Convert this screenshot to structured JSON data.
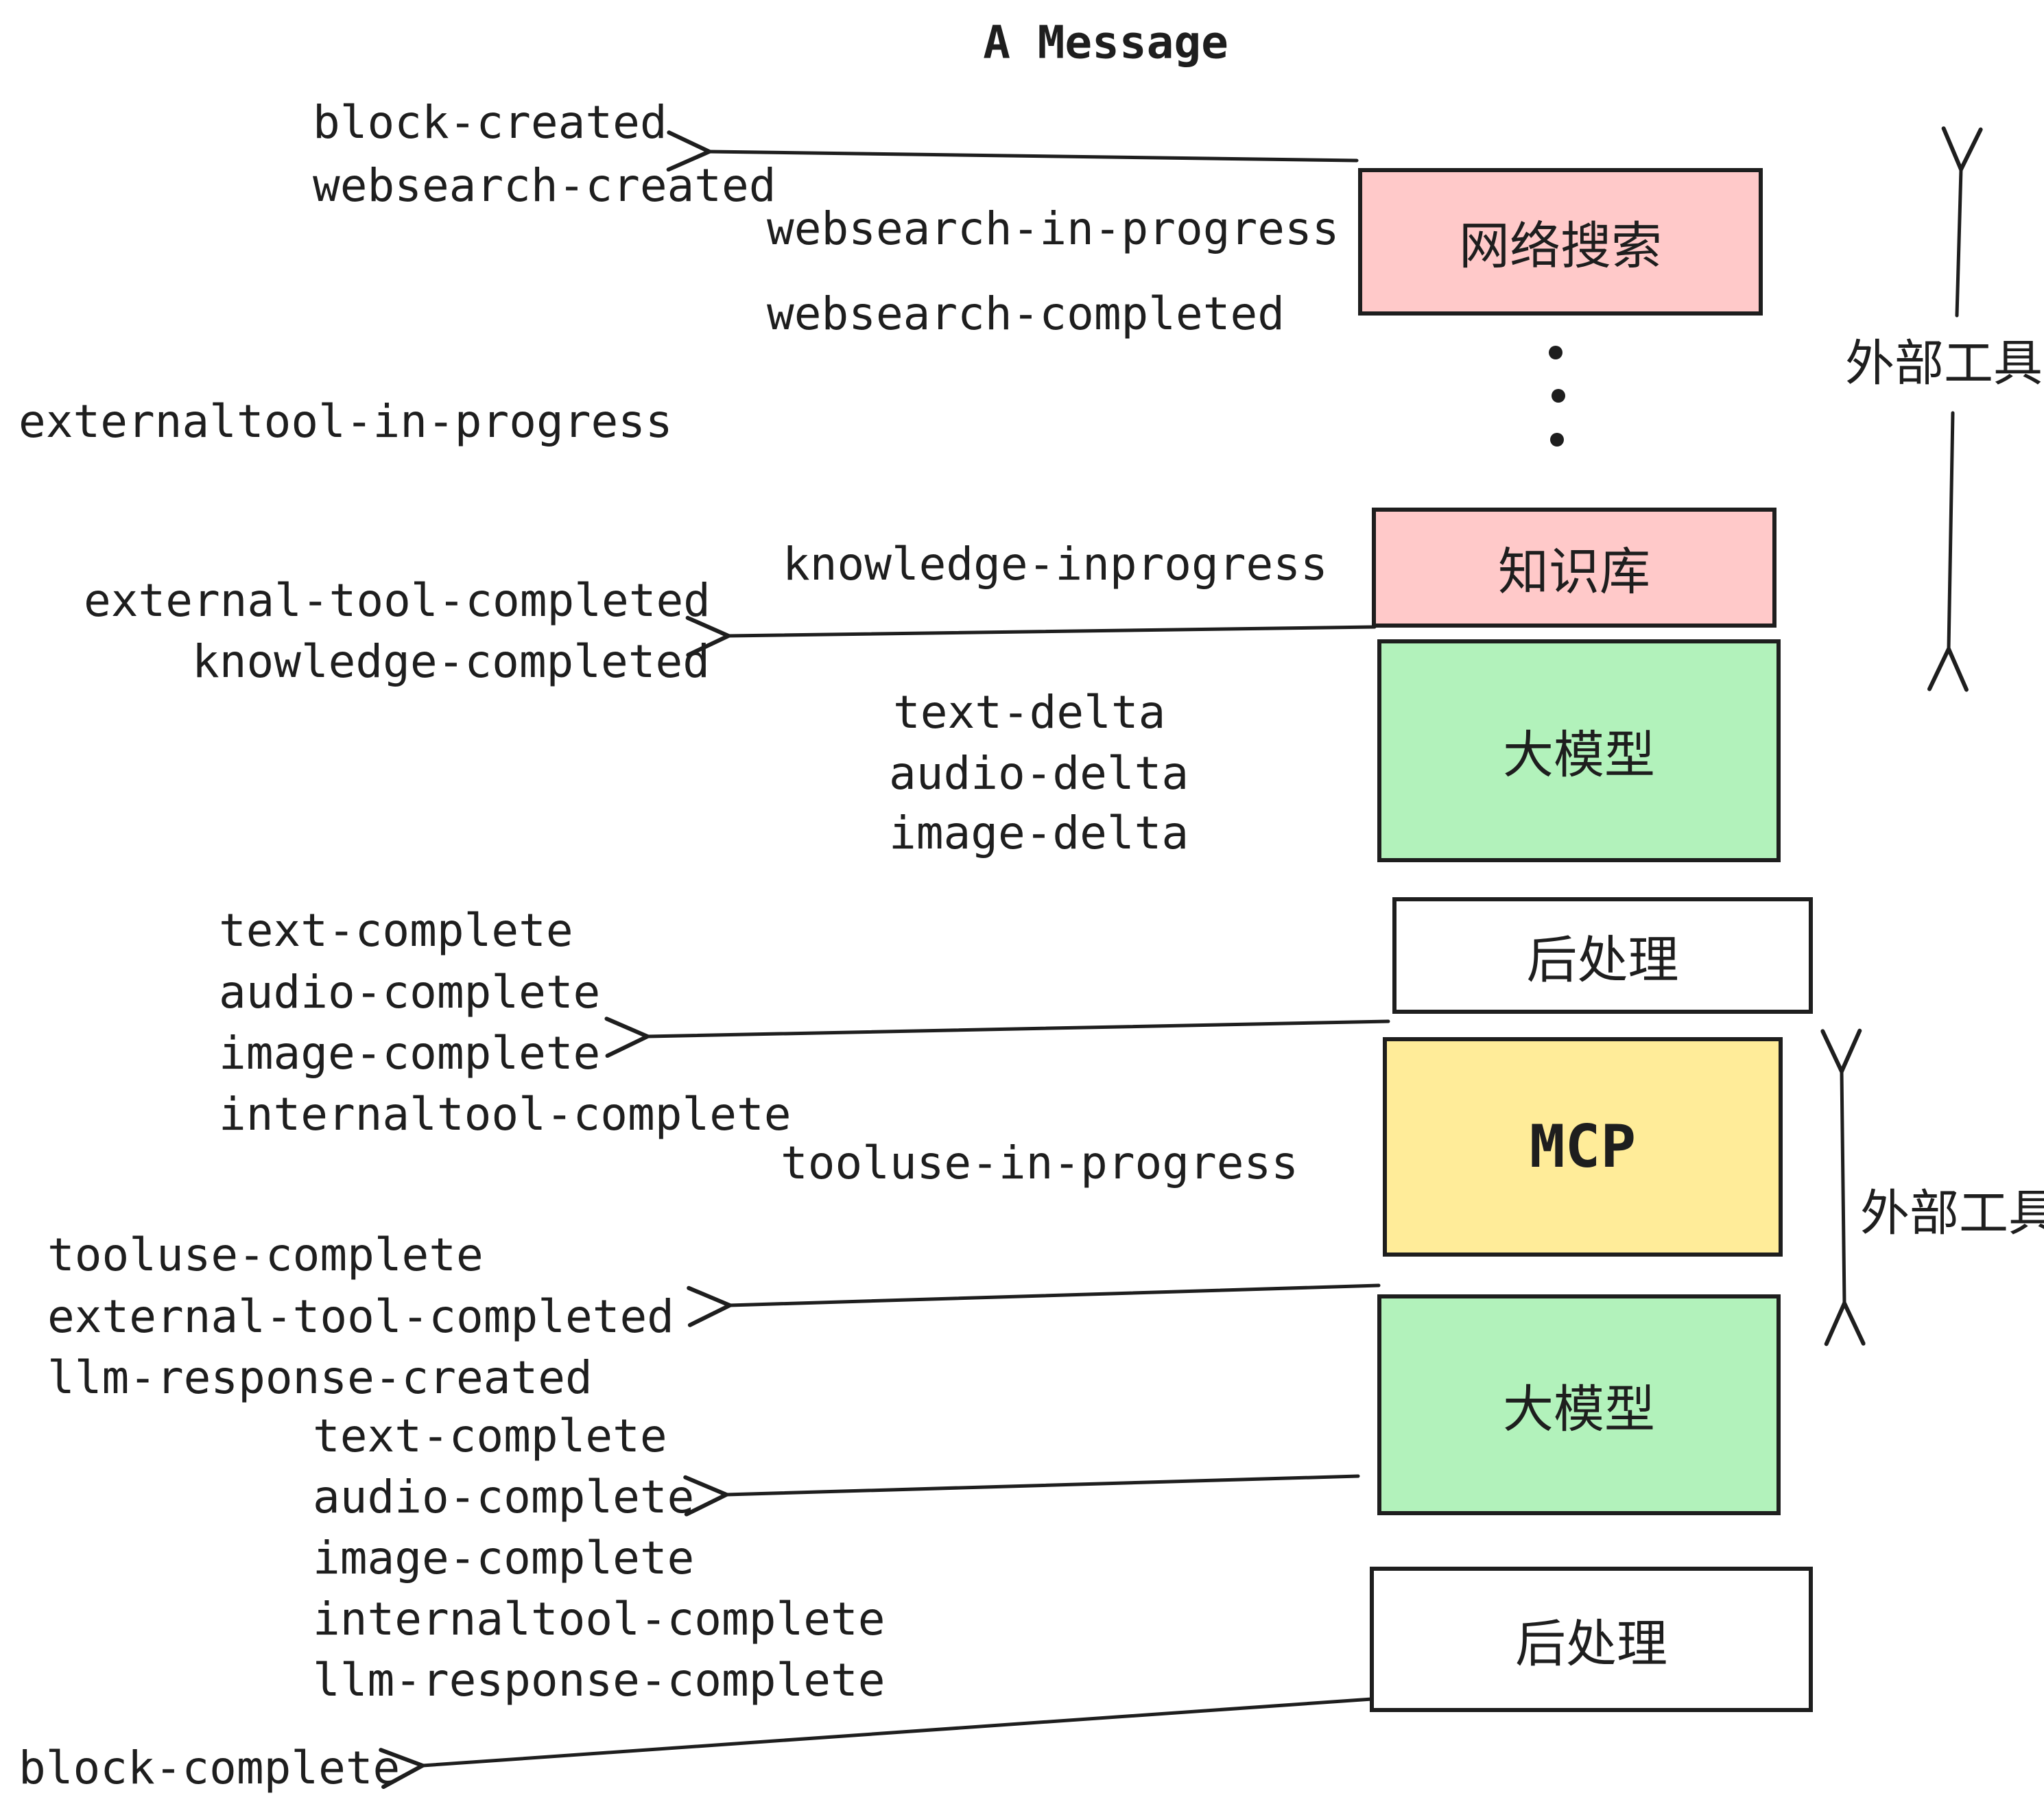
{
  "title": "A Message",
  "colors": {
    "ink": "#1e1e1e",
    "pink": "#ffc9c9",
    "green": "#b2f2bb",
    "yellow": "#ffec99",
    "white": "#ffffff",
    "background": "#ffffff"
  },
  "events": [
    {
      "label": "block-created"
    },
    {
      "label": "websearch-created"
    },
    {
      "label": "websearch-in-progress"
    },
    {
      "label": "websearch-completed"
    },
    {
      "label": "externaltool-in-progress"
    },
    {
      "label": "knowledge-inprogress"
    },
    {
      "label": "external-tool-completed"
    },
    {
      "label": "knowledge-completed"
    },
    {
      "label": "text-delta"
    },
    {
      "label": "audio-delta"
    },
    {
      "label": "image-delta"
    },
    {
      "label": "text-complete"
    },
    {
      "label": "audio-complete"
    },
    {
      "label": "image-complete"
    },
    {
      "label": "internaltool-complete"
    },
    {
      "label": "tooluse-in-progress"
    },
    {
      "label": "tooluse-complete"
    },
    {
      "label": "external-tool-completed"
    },
    {
      "label": "llm-response-created"
    },
    {
      "label": "text-complete"
    },
    {
      "label": "audio-complete"
    },
    {
      "label": "image-complete"
    },
    {
      "label": "internaltool-complete"
    },
    {
      "label": "llm-response-complete"
    },
    {
      "label": "block-complete"
    }
  ],
  "nodes": [
    {
      "label": "网络搜索",
      "color": "#ffc9c9"
    },
    {
      "label": "知识库",
      "color": "#ffc9c9"
    },
    {
      "label": "大模型",
      "color": "#b2f2bb"
    },
    {
      "label": "后处理",
      "color": "#ffffff"
    },
    {
      "label": "MCP",
      "color": "#ffec99"
    },
    {
      "label": "大模型",
      "color": "#b2f2bb"
    },
    {
      "label": "后处理",
      "color": "#ffffff"
    }
  ],
  "annotations": [
    {
      "label": "外部工具"
    },
    {
      "label": "外部工具"
    }
  ]
}
